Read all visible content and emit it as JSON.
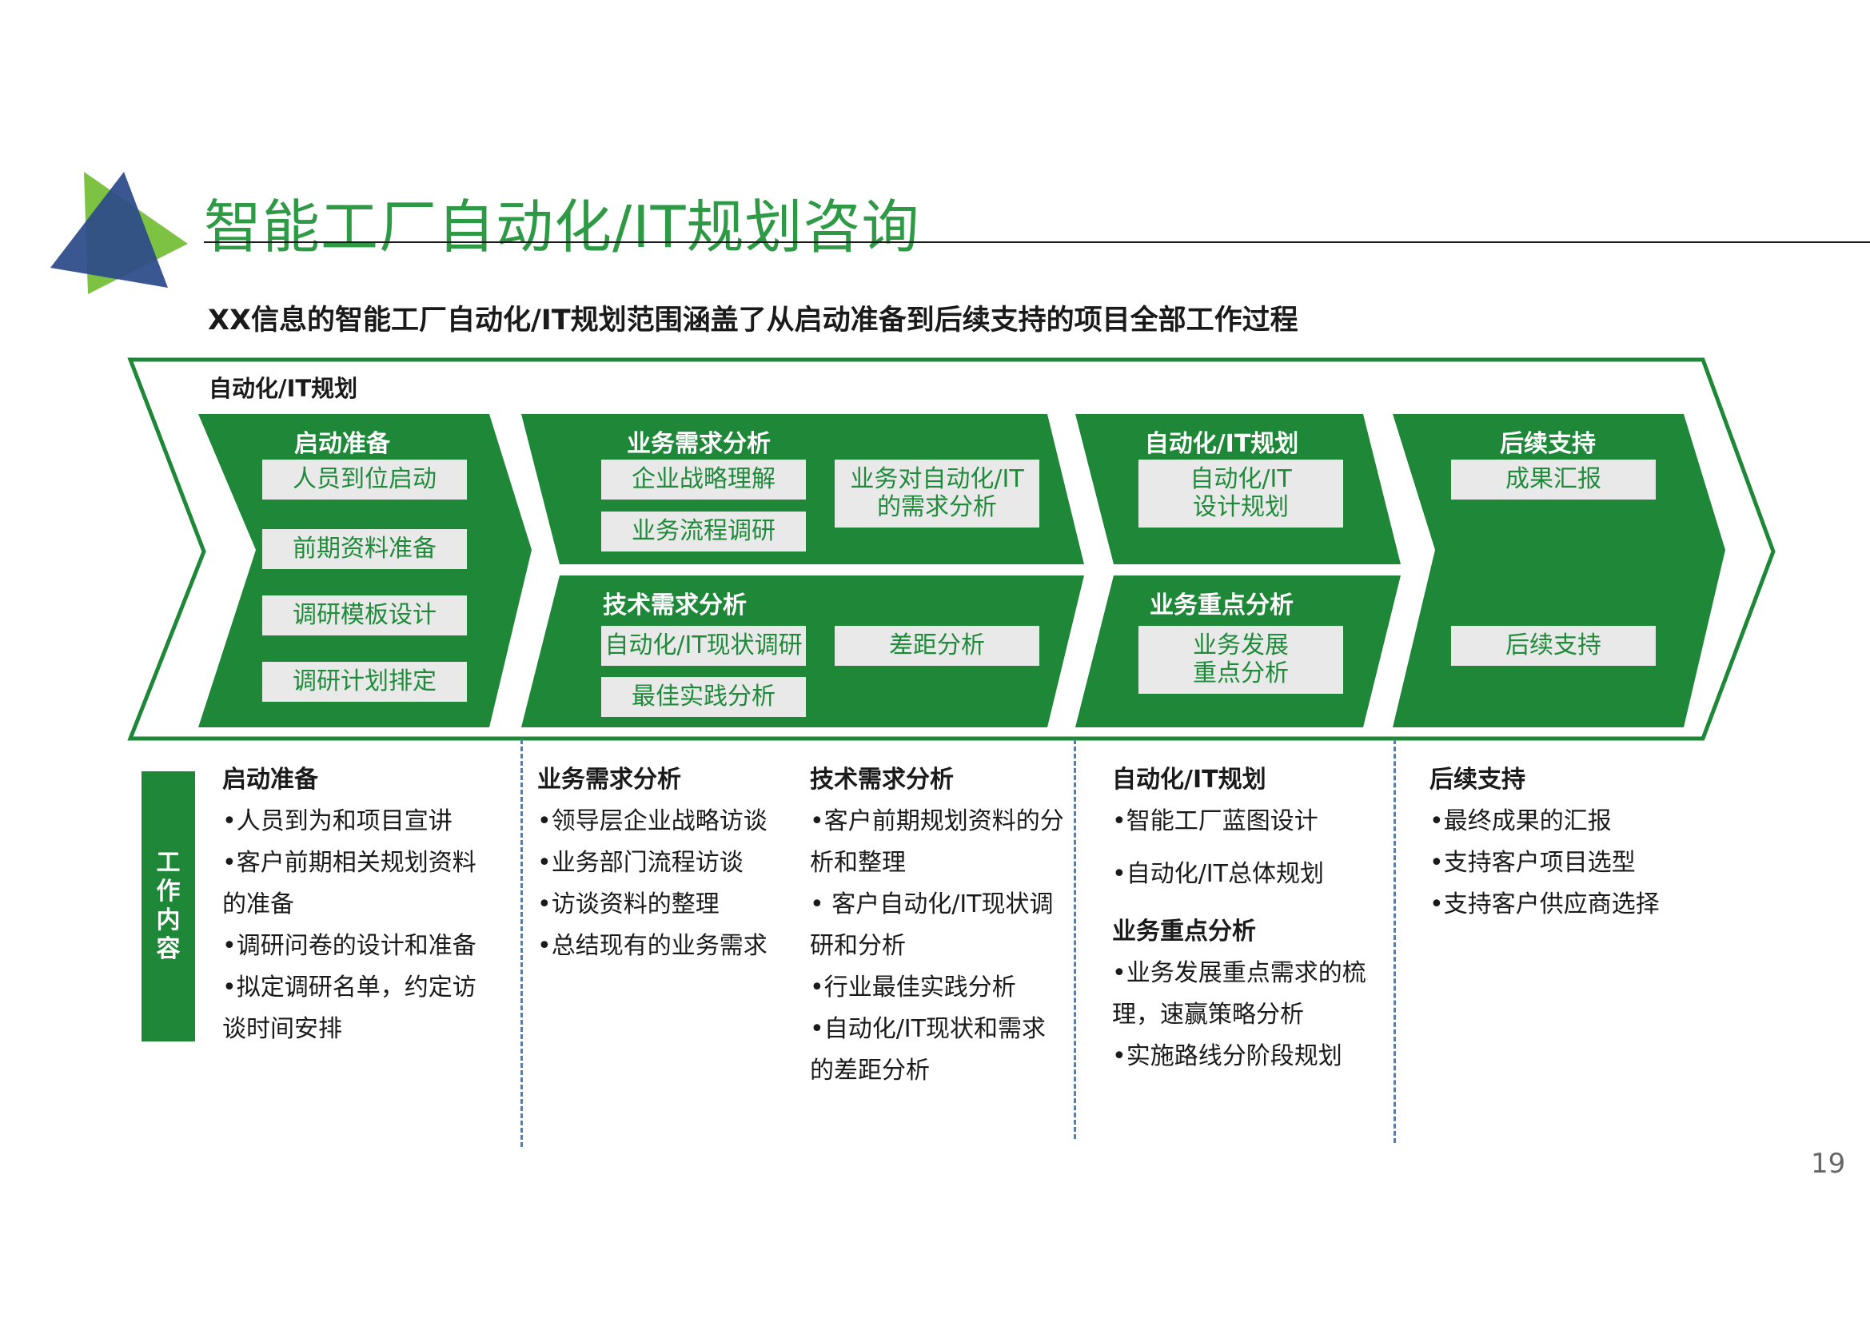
{
  "title": "智能工厂自动化/IT规划咨询",
  "subtitle": "XX信息的智能工厂自动化/IT规划范围涵盖了从启动准备到后续支持的项目全部工作过程",
  "diagram": {
    "label": "自动化/IT规划",
    "stages": {
      "startup": {
        "title": "启动准备",
        "items": [
          "人员到位启动",
          "前期资料准备",
          "调研模板设计",
          "调研计划排定"
        ]
      },
      "business_req": {
        "title": "业务需求分析",
        "items": [
          "企业战略理解",
          "业务流程调研",
          "业务对自动化/IT\n的需求分析"
        ]
      },
      "tech_req": {
        "title": "技术需求分析",
        "items": [
          "自动化/IT现状调研",
          "最佳实践分析",
          "差距分析"
        ]
      },
      "it_plan": {
        "title": "自动化/IT规划",
        "items": [
          "自动化/IT\n设计规划"
        ]
      },
      "biz_focus": {
        "title": "业务重点分析",
        "items": [
          "业务发展\n重点分析"
        ]
      },
      "followup": {
        "title": "后续支持",
        "items": [
          "成果汇报",
          "后续支持"
        ]
      }
    }
  },
  "work": {
    "label_chars": [
      "工",
      "作",
      "内",
      "容"
    ],
    "columns": [
      {
        "heading": "启动准备",
        "lines": [
          "•人员到为和项目宣讲",
          "•客户前期相关规划资料",
          "的准备",
          "•调研问卷的设计和准备",
          "•拟定调研名单，约定访",
          "谈时间安排"
        ]
      },
      {
        "heading": "业务需求分析",
        "lines": [
          "•领导层企业战略访谈",
          "•业务部门流程访谈",
          "•访谈资料的整理",
          "•总结现有的业务需求"
        ]
      },
      {
        "heading": "技术需求分析",
        "lines": [
          "•客户前期规划资料的分",
          "析和整理",
          "• 客户自动化/IT现状调",
          "研和分析",
          "•行业最佳实践分析",
          "•自动化/IT现状和需求",
          "的差距分析"
        ]
      },
      {
        "heading": "自动化/IT规划",
        "lines": [
          "•智能工厂蓝图设计",
          "•自动化/IT总体规划"
        ]
      },
      {
        "heading": "业务重点分析",
        "lines": [
          "•业务发展重点需求的梳",
          "理，速赢策略分析",
          "•实施路线分阶段规划"
        ]
      },
      {
        "heading": "后续支持",
        "lines": [
          "•最终成果的汇报",
          "•支持客户项目选型",
          "•支持客户供应商选择"
        ]
      }
    ]
  },
  "page_number": "19",
  "colors": {
    "green_dark": "#1e8838",
    "green_title": "#2e9a45",
    "blue": "#2c4a8a",
    "lime": "#7dc242",
    "box_bg": "#e9e9e9",
    "separator": "#4a7fc2"
  }
}
